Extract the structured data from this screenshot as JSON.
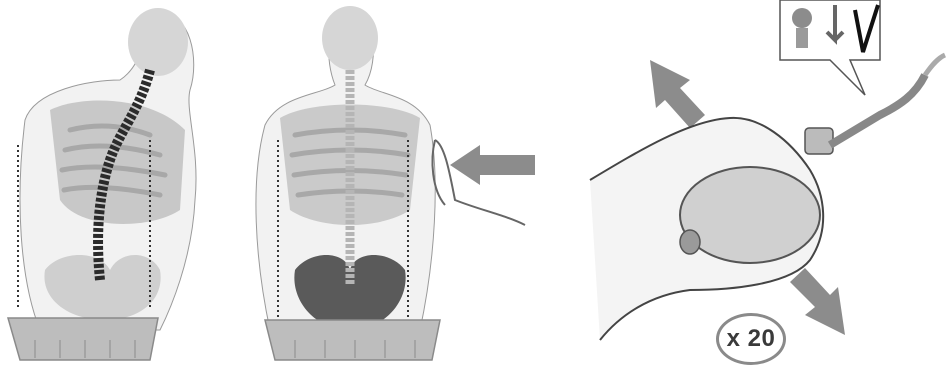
{
  "figure": {
    "panels": [
      {
        "id": "scoliosis-posture",
        "icon": "curved-spine-on-cushion"
      },
      {
        "id": "corrected-posture",
        "icon": "straight-spine-with-hand-push"
      },
      {
        "id": "inflate-cushion",
        "icon": "hand-squeezing-bulb-pump"
      }
    ],
    "pump": {
      "repetitions_label": "x 20",
      "valve_callout_icon": "close-valve-check"
    },
    "colors": {
      "silhouette": "#d6d6d6",
      "bone": "#9a9a9a",
      "spine_dark": "#2b2b2b",
      "arrow": "#8c8c8c",
      "outline": "#555555"
    }
  }
}
